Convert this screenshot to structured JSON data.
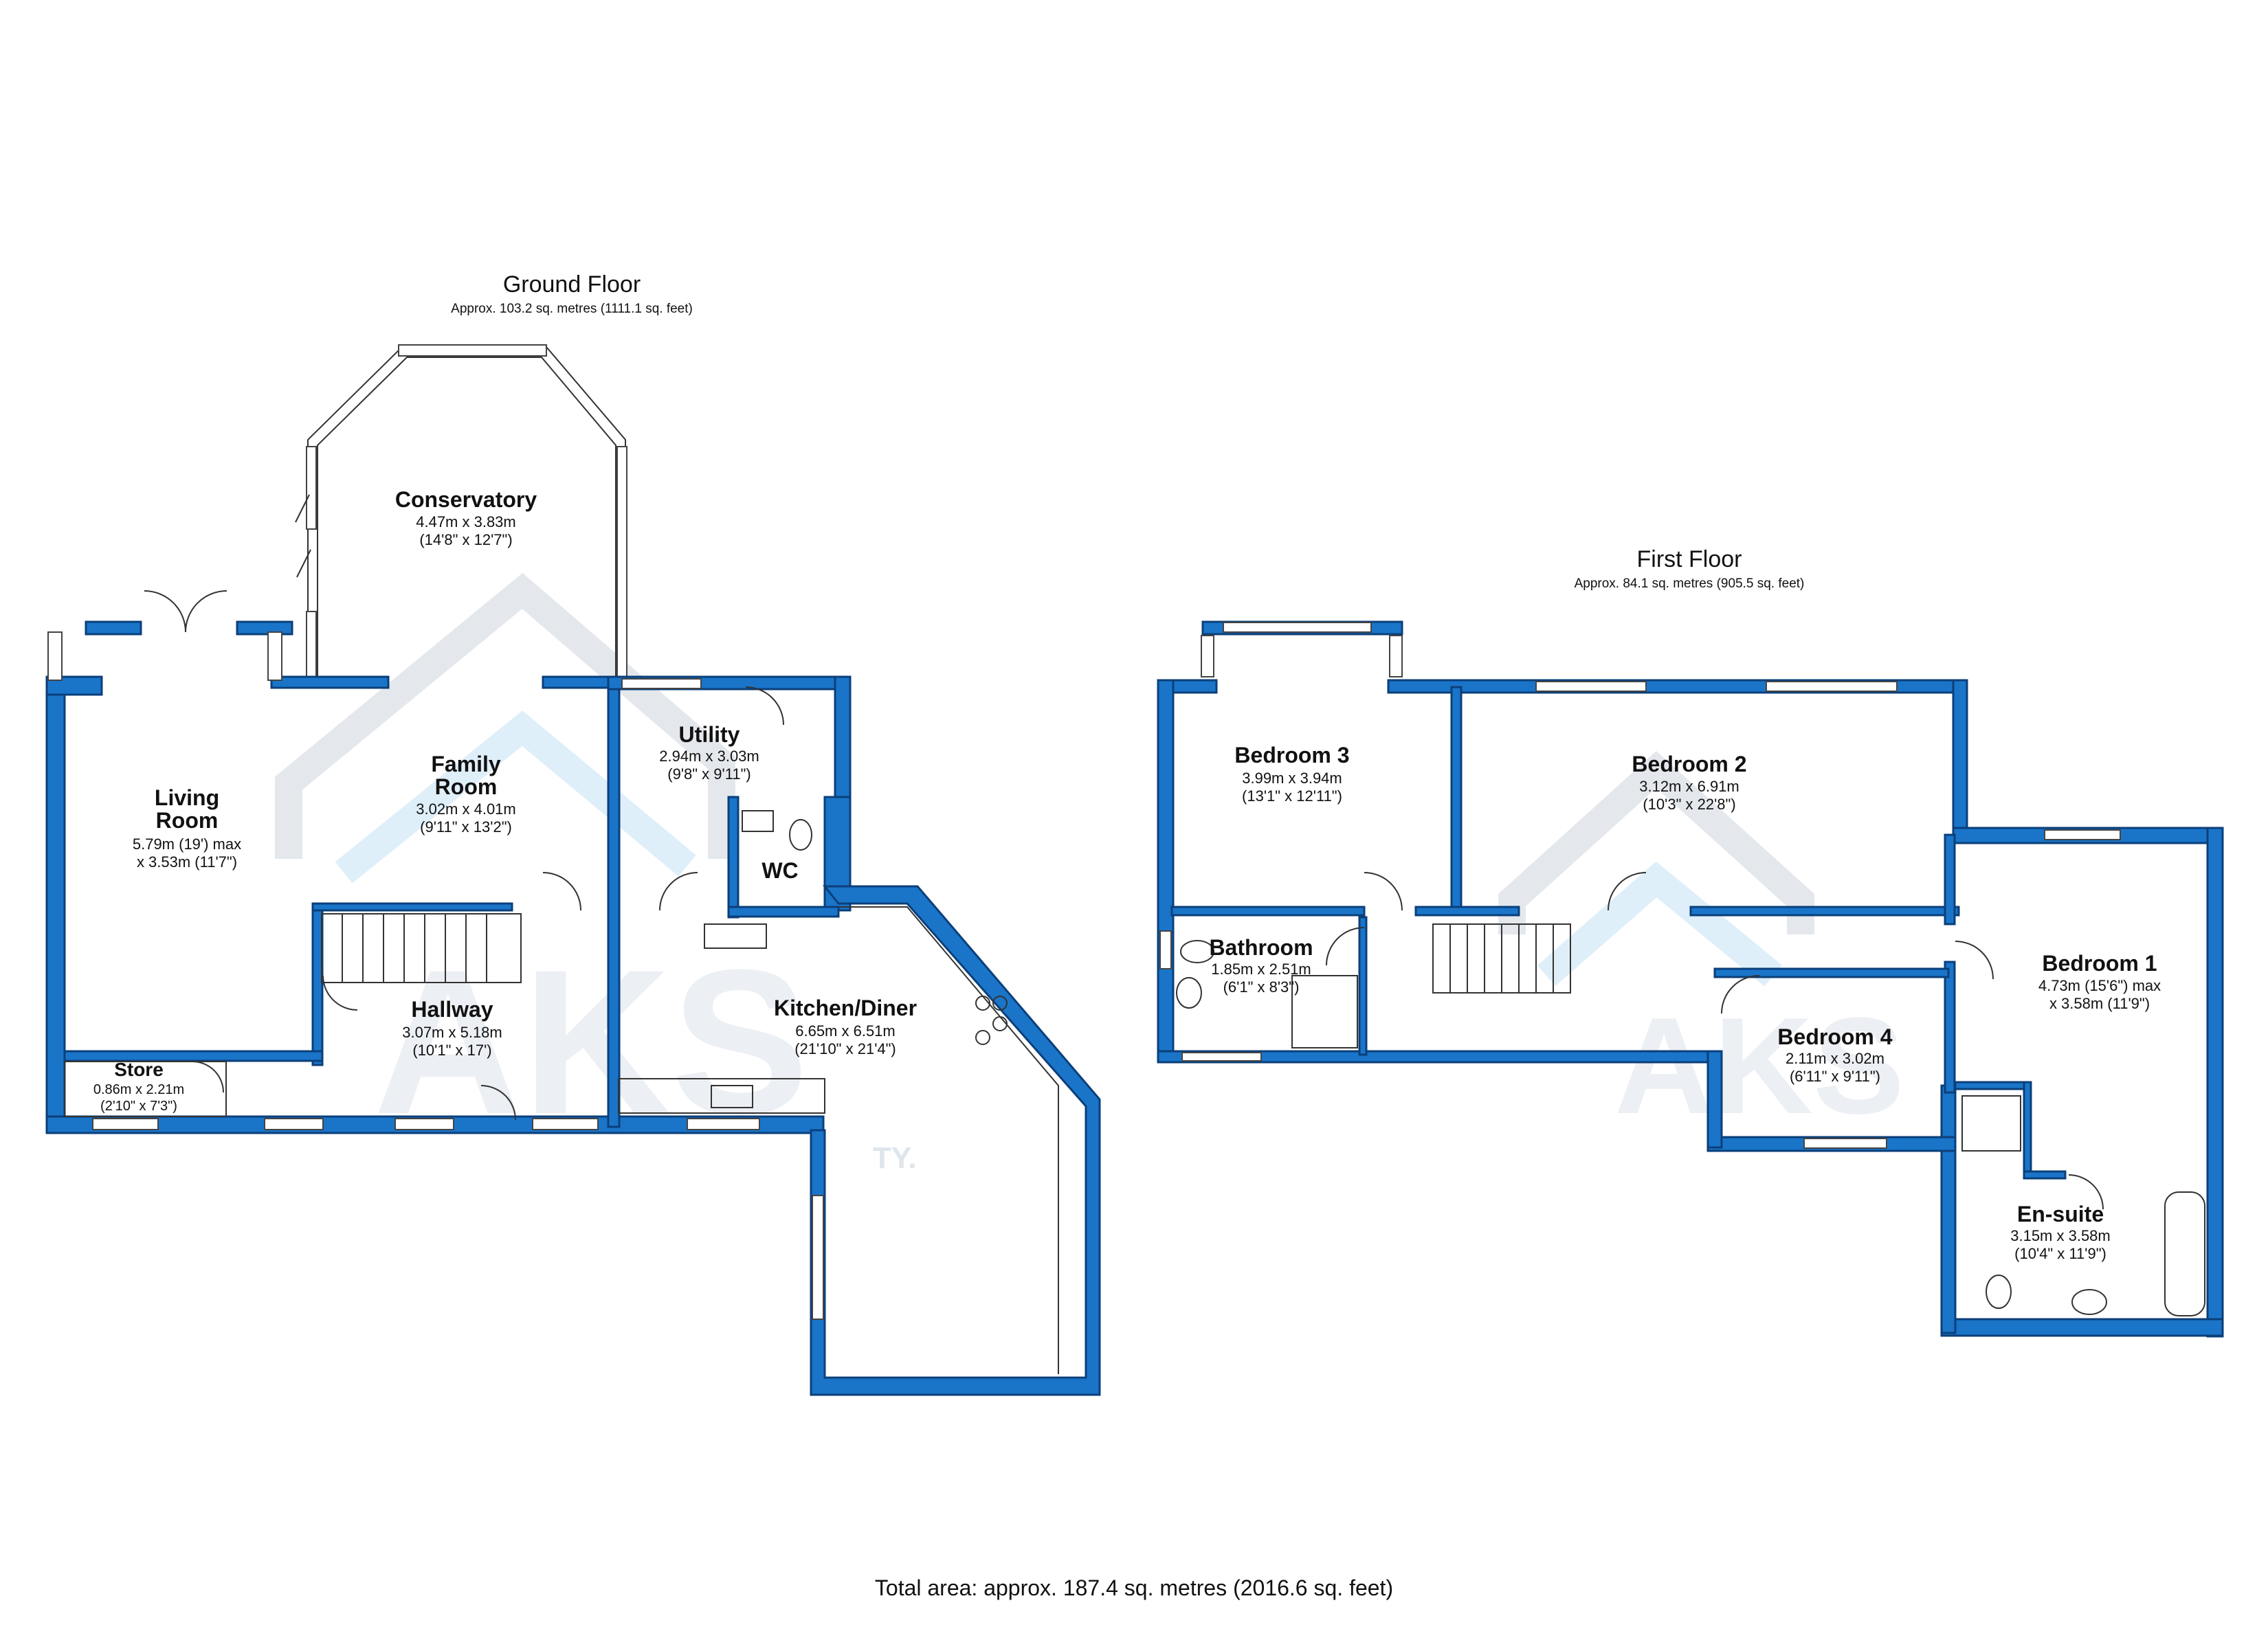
{
  "ground_floor": {
    "title": "Ground Floor",
    "area": "Approx. 103.2 sq. metres (1111.1 sq. feet)",
    "rooms": [
      {
        "id": "conservatory",
        "name": "Conservatory",
        "dims": [
          "4.47m x 3.83m",
          "(14'8\" x 12'7\")"
        ]
      },
      {
        "id": "living-room",
        "name": "Living Room",
        "name_lines": [
          "Living",
          "Room"
        ],
        "dims": [
          "5.79m (19') max",
          "x 3.53m (11'7\")"
        ]
      },
      {
        "id": "family-room",
        "name": "Family Room",
        "name_lines": [
          "Family",
          "Room"
        ],
        "dims": [
          "3.02m x 4.01m",
          "(9'11\" x 13'2\")"
        ]
      },
      {
        "id": "utility",
        "name": "Utility",
        "dims": [
          "2.94m x 3.03m",
          "(9'8\" x 9'11\")"
        ]
      },
      {
        "id": "wc",
        "name": "WC",
        "dims": []
      },
      {
        "id": "hallway",
        "name": "Hallway",
        "dims": [
          "3.07m x 5.18m",
          "(10'1\" x 17')"
        ]
      },
      {
        "id": "store",
        "name": "Store",
        "dims": [
          "0.86m x 2.21m",
          "(2'10\" x 7'3\")"
        ]
      },
      {
        "id": "kitchen-diner",
        "name": "Kitchen/Diner",
        "dims": [
          "6.65m x 6.51m",
          "(21'10\" x 21'4\")"
        ]
      }
    ]
  },
  "first_floor": {
    "title": "First Floor",
    "area": "Approx. 84.1 sq. metres (905.5 sq. feet)",
    "rooms": [
      {
        "id": "bedroom-3",
        "name": "Bedroom 3",
        "dims": [
          "3.99m x 3.94m",
          "(13'1\" x 12'11\")"
        ]
      },
      {
        "id": "bedroom-2",
        "name": "Bedroom 2",
        "dims": [
          "3.12m x 6.91m",
          "(10'3\" x 22'8\")"
        ]
      },
      {
        "id": "bathroom",
        "name": "Bathroom",
        "dims": [
          "1.85m x 2.51m",
          "(6'1\" x 8'3\")"
        ]
      },
      {
        "id": "bedroom-1",
        "name": "Bedroom 1",
        "dims": [
          "4.73m (15'6\") max",
          "x 3.58m (11'9\")"
        ]
      },
      {
        "id": "bedroom-4",
        "name": "Bedroom 4",
        "dims": [
          "2.11m x 3.02m",
          "(6'11\" x 9'11\")"
        ]
      },
      {
        "id": "en-suite",
        "name": "En-suite",
        "dims": [
          "3.15m x 3.58m",
          "(10'4\" x 11'9\")"
        ]
      }
    ]
  },
  "total_area": "Total area: approx. 187.4 sq. metres (2016.6 sq. feet)",
  "watermark": {
    "logo_text": "AKS",
    "logo_text_2": "AKS",
    "sub_text": "TY."
  },
  "colors": {
    "wall": "#1a75c9",
    "wall_outline": "#0b3f7a",
    "watermark": "#c4ccd6"
  }
}
